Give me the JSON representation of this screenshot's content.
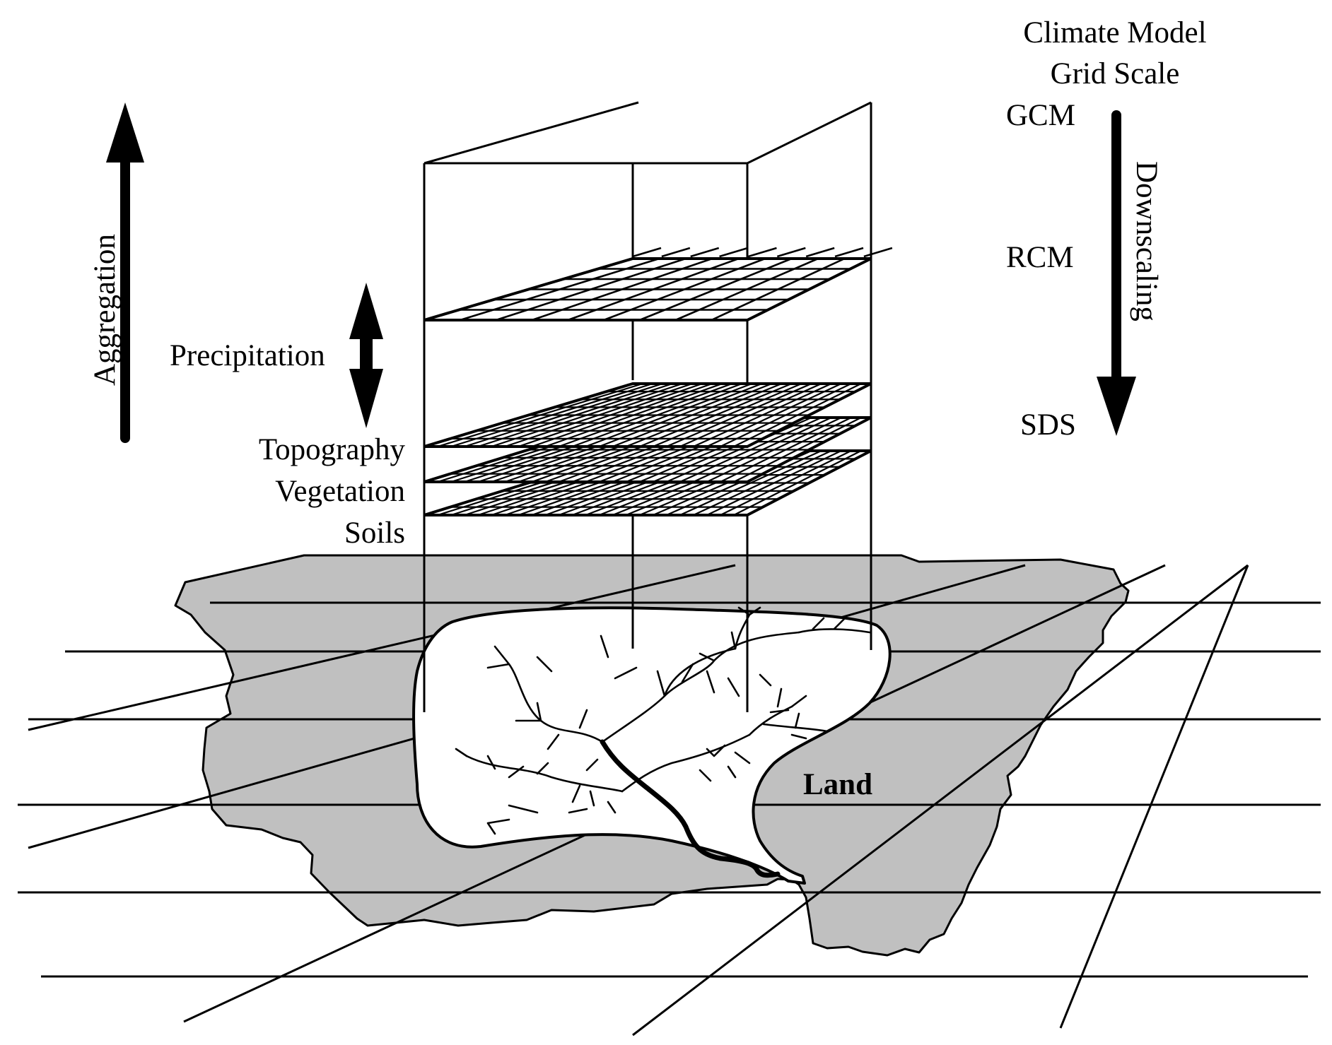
{
  "header": {
    "title_line1": "Climate Model",
    "title_line2": "Grid Scale"
  },
  "scales": {
    "gcm": "GCM",
    "rcm": "RCM",
    "sds": "SDS",
    "downscaling": "Downscaling"
  },
  "left": {
    "aggregation": "Aggregation",
    "precipitation": "Precipitation"
  },
  "layers": {
    "topography": "Topography",
    "vegetation": "Vegetation",
    "soils": "Soils"
  },
  "land_label": "Land",
  "colors": {
    "land_fill": "#c0c0c0",
    "stroke": "#000000",
    "background": "#ffffff"
  }
}
